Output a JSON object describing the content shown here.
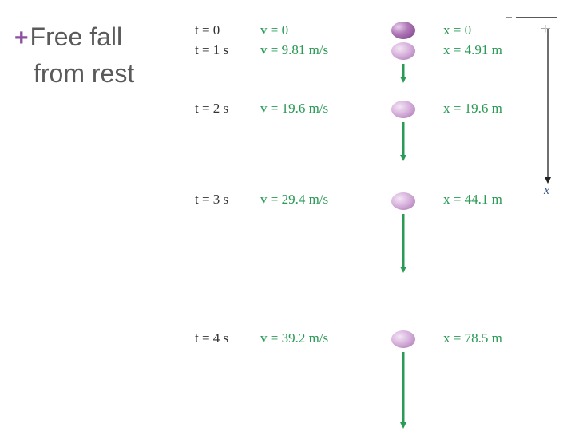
{
  "title": {
    "line1": "Free fall",
    "line2": "from rest"
  },
  "rows": [
    {
      "t": "t = 0",
      "v": "v = 0",
      "x": "x = 0"
    },
    {
      "t": "t = 1 s",
      "v": "v = 9.81 m/s",
      "x": "x = 4.91 m"
    },
    {
      "t": "t = 2 s",
      "v": "v = 19.6 m/s",
      "x": "x = 19.6 m"
    },
    {
      "t": "t = 3 s",
      "v": "v = 29.4 m/s",
      "x": "x = 44.1 m"
    },
    {
      "t": "t = 4 s",
      "v": "v = 39.2 m/s",
      "x": "x = 78.5 m"
    }
  ],
  "axis": {
    "label": "x",
    "origin_tick": "–|–"
  },
  "colors": {
    "accent_plus": "#8e4fa0",
    "green": "#2a9a55",
    "ball": "#d7b3dc"
  }
}
